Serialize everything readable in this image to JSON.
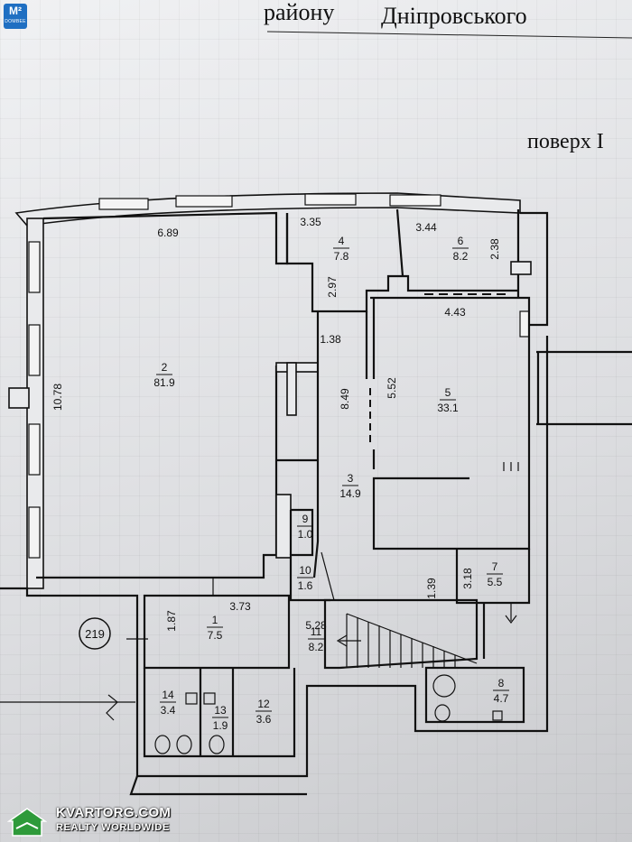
{
  "header": {
    "district_line_prefix": "району",
    "district_name": "Дніпровського",
    "floor": "поверх I"
  },
  "plan": {
    "plot_number": "219",
    "rooms": [
      {
        "id": "room-1",
        "number": "1",
        "area": "7.5"
      },
      {
        "id": "room-2",
        "number": "2",
        "area": "81.9"
      },
      {
        "id": "room-3",
        "number": "3",
        "area": "14.9"
      },
      {
        "id": "room-4",
        "number": "4",
        "area": "7.8"
      },
      {
        "id": "room-5",
        "number": "5",
        "area": "33.1"
      },
      {
        "id": "room-6",
        "number": "6",
        "area": "8.2"
      },
      {
        "id": "room-7",
        "number": "7",
        "area": "5.5"
      },
      {
        "id": "room-8",
        "number": "8",
        "area": "4.7"
      },
      {
        "id": "room-9",
        "number": "9",
        "area": "1.0"
      },
      {
        "id": "room-10",
        "number": "10",
        "area": "1.6"
      },
      {
        "id": "room-11",
        "number": "11",
        "area": "8.2"
      },
      {
        "id": "room-12",
        "number": "12",
        "area": "3.6"
      },
      {
        "id": "room-13",
        "number": "13",
        "area": "1.9"
      },
      {
        "id": "room-14",
        "number": "14",
        "area": "3.4"
      }
    ],
    "dimensions": [
      "6.89",
      "10.78",
      "3.35",
      "2.97",
      "3.44",
      "2.38",
      "4.43",
      "5.52",
      "1.38",
      "8.49",
      "3.73",
      "1.87",
      "1.39",
      "3.18",
      "5.28"
    ]
  },
  "badge": {
    "logo": "M²",
    "caption": "DOMBEE"
  },
  "watermark": {
    "brand": "KVARTORG.COM",
    "tagline": "REALTY WORLDWIDE"
  }
}
